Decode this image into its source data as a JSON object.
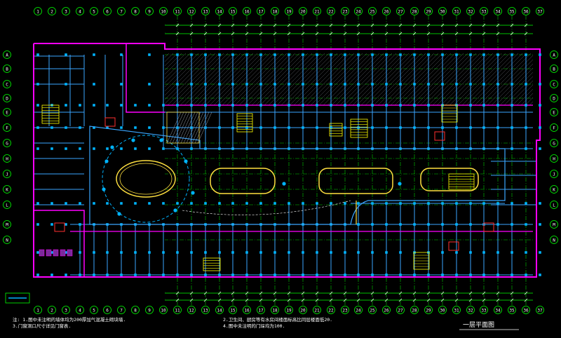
{
  "colors": {
    "background": "#000000",
    "grid": "#00ff00",
    "outline": "#ff00ff",
    "columns": "#00b4ff",
    "walls": "#3aa6ff",
    "annotation": "#ffffff",
    "stairs": "#ffff00",
    "accent": "#ff3030",
    "corridor": "#ffe040",
    "hatch": "#9aa0a8"
  },
  "axes": {
    "top": [
      "1",
      "2",
      "3",
      "4",
      "5",
      "6",
      "7",
      "8",
      "9",
      "10",
      "11",
      "12",
      "13",
      "14",
      "15",
      "16",
      "17",
      "18",
      "19",
      "20",
      "21",
      "22",
      "23",
      "24",
      "25",
      "26",
      "27",
      "28",
      "29",
      "30",
      "31",
      "32",
      "33",
      "34",
      "35",
      "36",
      "37"
    ],
    "left": [
      "A",
      "B",
      "C",
      "D",
      "E",
      "F",
      "G",
      "H",
      "J",
      "K",
      "L",
      "M",
      "N"
    ]
  },
  "title_block": "一层平面图",
  "notes": [
    "注: 1.图中未注明的墙体均为200厚加气混凝土砌块墙.",
    "2.卫生间、厨房等有水房间楼面标高比同层楼面低20.",
    "3.门窗洞口尺寸详见门窗表.",
    "4.图中未注明的门垛均为100."
  ]
}
